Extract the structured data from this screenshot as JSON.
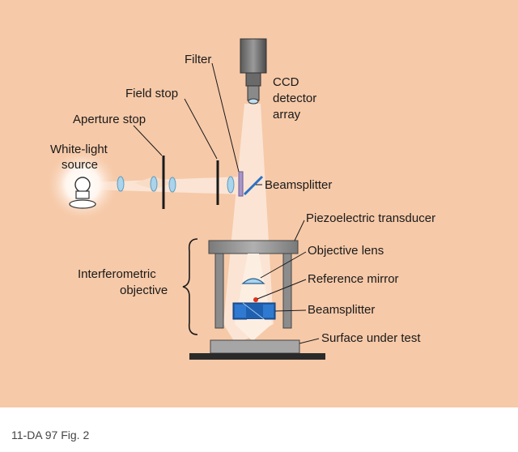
{
  "labels": {
    "filter": "Filter",
    "field_stop": "Field stop",
    "aperture_stop": "Aperture stop",
    "white_light_source": [
      "White-light",
      "source"
    ],
    "ccd_detector_array": [
      "CCD",
      "detector",
      "array"
    ],
    "beamsplitter_top": "Beamsplitter",
    "piezoelectric_transducer": "Piezoelectric transducer",
    "objective_lens": "Objective lens",
    "reference_mirror": "Reference mirror",
    "beamsplitter_bottom": "Beamsplitter",
    "surface_under_test": "Surface under test",
    "interferometric_objective": [
      "Interferometric",
      "objective"
    ]
  },
  "caption": "11-DA 97 Fig. 2",
  "colors": {
    "background": "#f6c9a8",
    "light_beam": "#fbe6d6",
    "lens": "#a9d4ec",
    "beamsplitter_cube": "#1f5fb0",
    "reference_mirror": "#e0301e",
    "filter": "#a896c8",
    "housing": "#9a9a9a",
    "housing_dark": "#555555"
  }
}
